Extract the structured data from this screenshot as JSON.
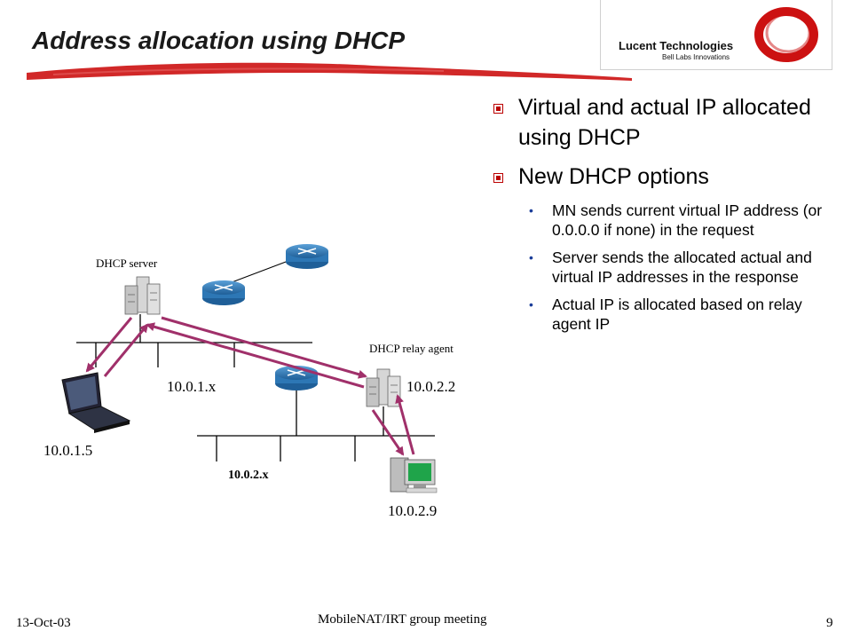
{
  "slide": {
    "title": "Address allocation using DHCP",
    "logo": {
      "brand": "Lucent Technologies",
      "tagline": "Bell Labs Innovations"
    },
    "colors": {
      "accent_red": "#cc1111",
      "arrow": "#a0306a",
      "bullet_blue": "#1a3d99"
    }
  },
  "bullets": [
    {
      "text": "Virtual and actual IP allocated using DHCP",
      "level": 1
    },
    {
      "text": "New DHCP options",
      "level": 1
    },
    {
      "text": "MN sends current virtual IP address (or 0.0.0.0 if none) in the request",
      "level": 2
    },
    {
      "text": "Server sends the allocated actual and virtual IP addresses in the response",
      "level": 2
    },
    {
      "text": "Actual IP is allocated based on relay agent IP",
      "level": 2
    }
  ],
  "diagram": {
    "dhcp_server_label": "DHCP server",
    "relay_agent_label": "DHCP relay agent",
    "net1_label": "10.0.1.x",
    "relay_ip": "10.0.2.2",
    "laptop_ip": "10.0.1.5",
    "net2_label": "10.0.2.x",
    "pc_ip": "10.0.2.9"
  },
  "footer": {
    "date": "13-Oct-03",
    "meeting": "MobileNAT/IRT group meeting",
    "page": "9"
  }
}
